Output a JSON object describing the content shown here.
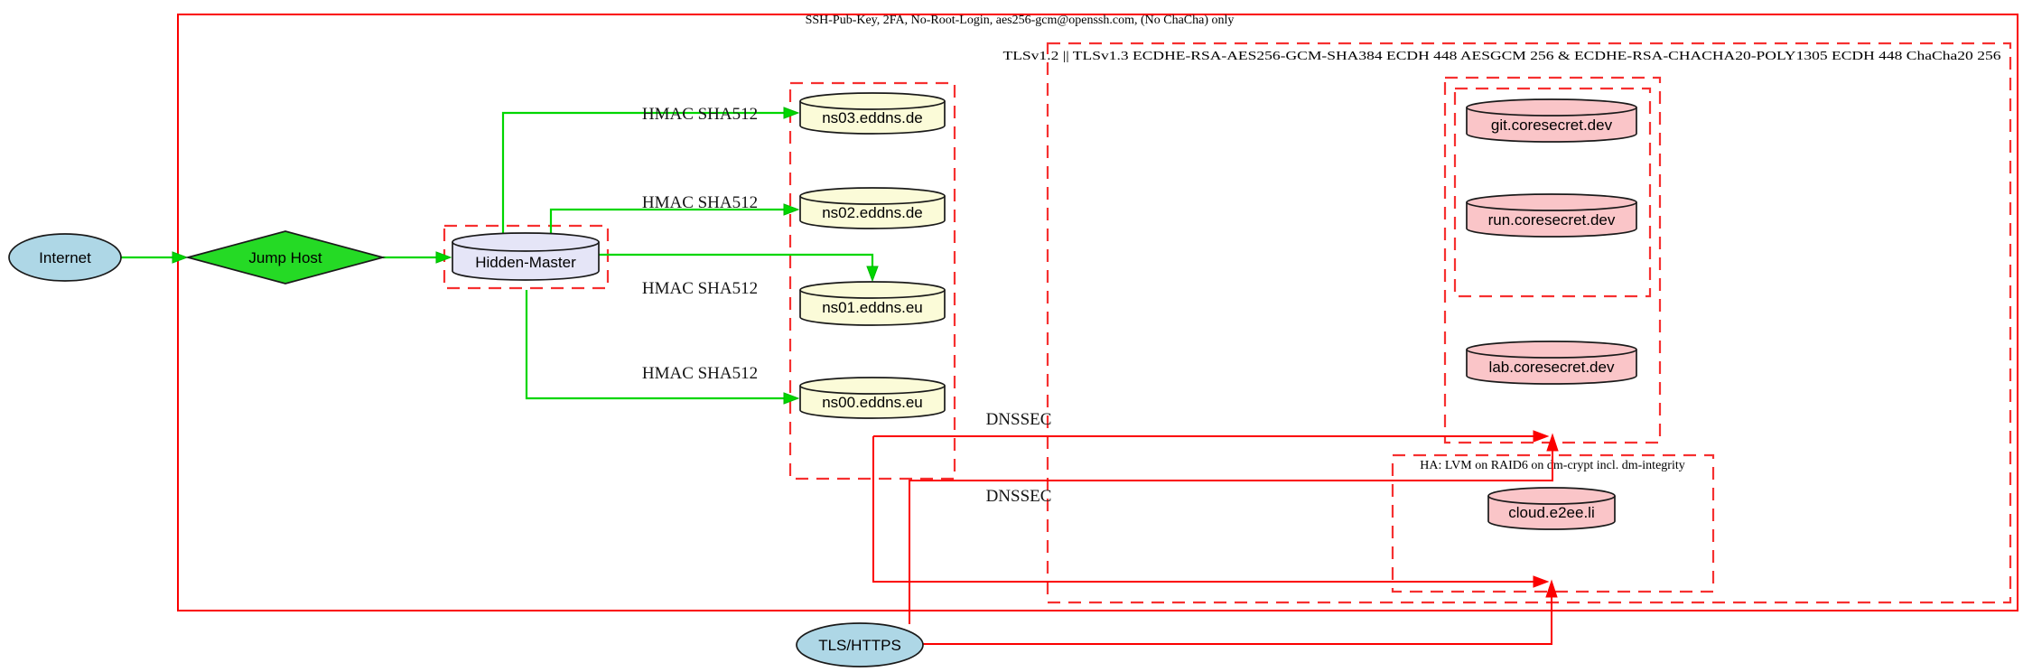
{
  "diagram": {
    "title": "DNS and service infrastructure security diagram",
    "nodes": {
      "internet": {
        "label": "Internet",
        "shape": "ellipse",
        "fill": "#aed7e6"
      },
      "jump_host": {
        "label": "Jump Host",
        "shape": "diamond",
        "fill": "#25da25"
      },
      "hidden_master": {
        "label": "Hidden-Master",
        "shape": "cylinder",
        "fill": "#e5e5f7"
      },
      "ns03": {
        "label": "ns03.eddns.de",
        "shape": "cylinder",
        "fill": "#fbfbd8"
      },
      "ns02": {
        "label": "ns02.eddns.de",
        "shape": "cylinder",
        "fill": "#fbfbd8"
      },
      "ns01": {
        "label": "ns01.eddns.eu",
        "shape": "cylinder",
        "fill": "#fbfbd8"
      },
      "ns00": {
        "label": "ns00.eddns.eu",
        "shape": "cylinder",
        "fill": "#fbfbd8"
      },
      "git": {
        "label": "git.coresecret.dev",
        "shape": "cylinder",
        "fill": "#fac5c8"
      },
      "run": {
        "label": "run.coresecret.dev",
        "shape": "cylinder",
        "fill": "#fac5c8"
      },
      "lab": {
        "label": "lab.coresecret.dev",
        "shape": "cylinder",
        "fill": "#fac5c8"
      },
      "cloud": {
        "label": "cloud.e2ee.li",
        "shape": "cylinder",
        "fill": "#fac5c8"
      },
      "tls_https": {
        "label": "TLS/HTTPS",
        "shape": "ellipse",
        "fill": "#aed7e6"
      }
    },
    "clusters": {
      "ssh": {
        "label": "SSH-Pub-Key, 2FA, No-Root-Login, aes256-gcm@openssh.com, (No ChaCha) only",
        "border": "solid red"
      },
      "tls": {
        "label": "TLSv1.2 || TLSv1.3 ECDHE-RSA-AES256-GCM-SHA384 ECDH 448 AESGCM 256 & ECDHE-RSA-CHACHA20-POLY1305 ECDH 448 ChaCha20 256",
        "border": "dashed red"
      },
      "ha": {
        "label": "HA: LVM on RAID6 on dm-crypt incl. dm-integrity",
        "border": "dashed red"
      }
    },
    "edge_labels": {
      "hmac1": "HMAC SHA512",
      "hmac2": "HMAC SHA512",
      "hmac3": "HMAC SHA512",
      "hmac4": "HMAC SHA512",
      "dnssec1": "DNSSEC",
      "dnssec2": "DNSSEC"
    },
    "colors": {
      "secure_edge_green": "#00d600",
      "tls_edge_red": "#fb0000",
      "cluster_dashed_red": "#f63030",
      "node_blue": "#aed7e6",
      "node_green": "#25da25",
      "node_lavender": "#e5e5f7",
      "node_yellow": "#fbfbd8",
      "node_pink": "#fac5c8"
    }
  }
}
